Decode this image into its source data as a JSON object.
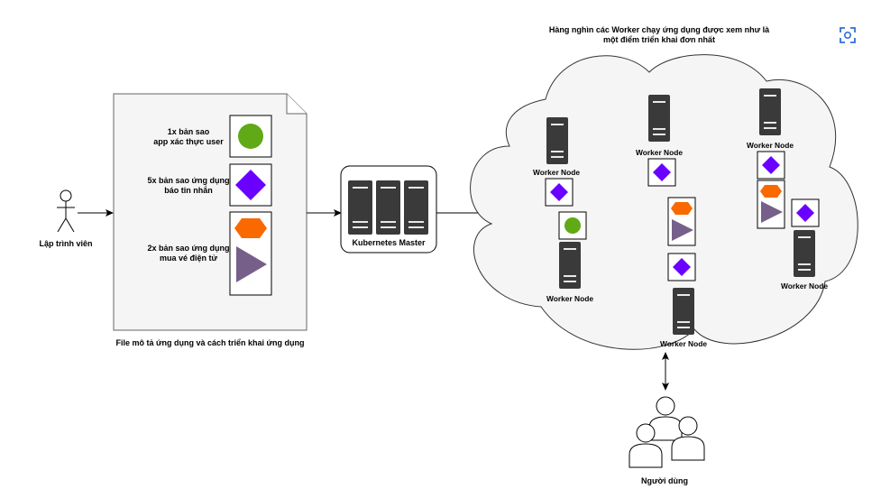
{
  "developer": {
    "label": "Lập trình viên"
  },
  "spec_file": {
    "caption": "File mô tả ứng dụng và cách triển khai ứng dụng",
    "items": [
      {
        "line1": "1x bản sao",
        "line2": "app xác thực user"
      },
      {
        "line1": "5x bản sao ứng dụng",
        "line2": "báo tin nhắn"
      },
      {
        "line1": "2x bản sao ứng dụng",
        "line2": "mua vé điện tử"
      }
    ]
  },
  "master": {
    "label": "Kubernetes Master"
  },
  "cluster": {
    "title_line1": "Hàng nghìn các Worker chạy ứng dụng được xem như là",
    "title_line2": "một điểm triển khai đơn nhất",
    "worker_label": "Worker Node"
  },
  "users": {
    "label": "Người dùng"
  },
  "toolbar": {
    "icon": "lens-icon"
  },
  "colors": {
    "green": "#60a917",
    "purple": "#6a00ff",
    "orange": "#fa6800",
    "triangle": "#76608a",
    "server": "#3a3a3a",
    "cloud_fill": "#f5f5f5",
    "doc_fill": "#f5f5f5",
    "lens": "#2f6fdd"
  }
}
